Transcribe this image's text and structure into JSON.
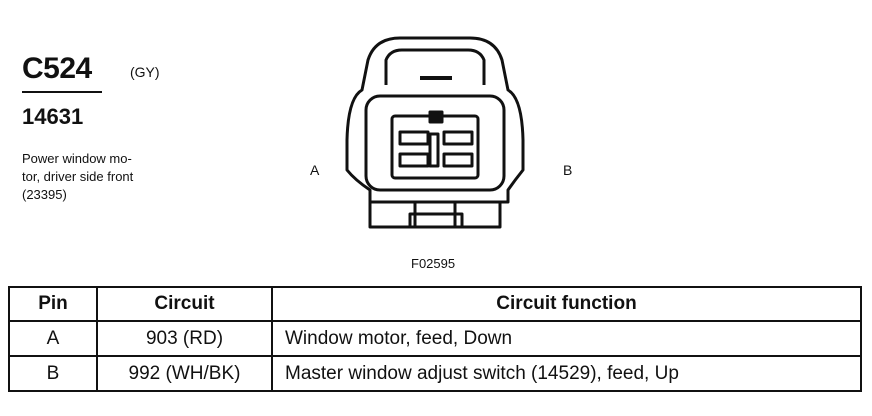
{
  "connector": {
    "id": "C524",
    "color": "(GY)",
    "part_number": "14631",
    "description_lines": [
      "Power window mo-",
      "tor, driver side front",
      "(23395)"
    ]
  },
  "diagram": {
    "pin_left": "A",
    "pin_right": "B",
    "figure_id": "F02595"
  },
  "table": {
    "headers": {
      "pin": "Pin",
      "circuit": "Circuit",
      "function": "Circuit function"
    },
    "rows": [
      {
        "pin": "A",
        "circuit": "903 (RD)",
        "function": "Window motor, feed, Down"
      },
      {
        "pin": "B",
        "circuit": "992 (WH/BK)",
        "function": "Master window adjust switch (14529), feed, Up"
      }
    ]
  }
}
